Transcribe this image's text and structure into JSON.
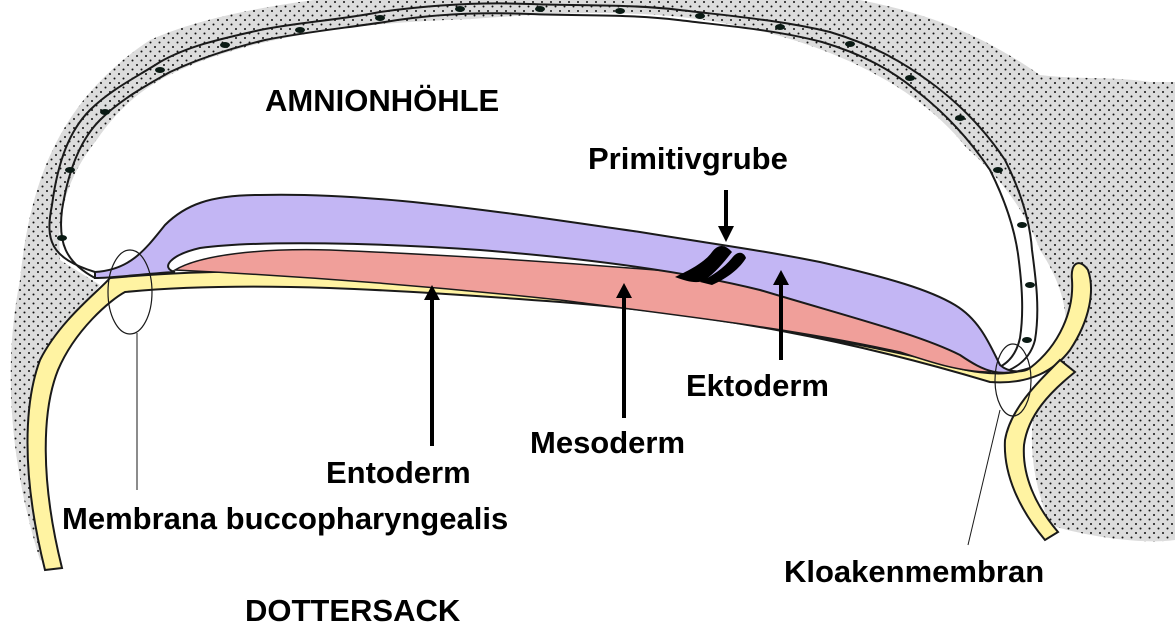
{
  "labels": {
    "amnion_cavity": "AMNIONHÖHLE",
    "primitive_pit": "Primitivgrube",
    "ectoderm": "Ektoderm",
    "mesoderm": "Mesoderm",
    "entoderm": "Entoderm",
    "buccopharyngeal_membrane": "Membrana buccopharyngealis",
    "cloacal_membrane": "Kloakenmembran",
    "yolk_sac": "DOTTERSACK"
  },
  "colors": {
    "ectoderm": "#c3b6f4",
    "mesoderm": "#f09f9a",
    "entoderm": "#fff3a2",
    "amnion_cell": "#d9efe2",
    "extraembryonic_mesoderm": "#dadada",
    "outline": "#000000"
  }
}
